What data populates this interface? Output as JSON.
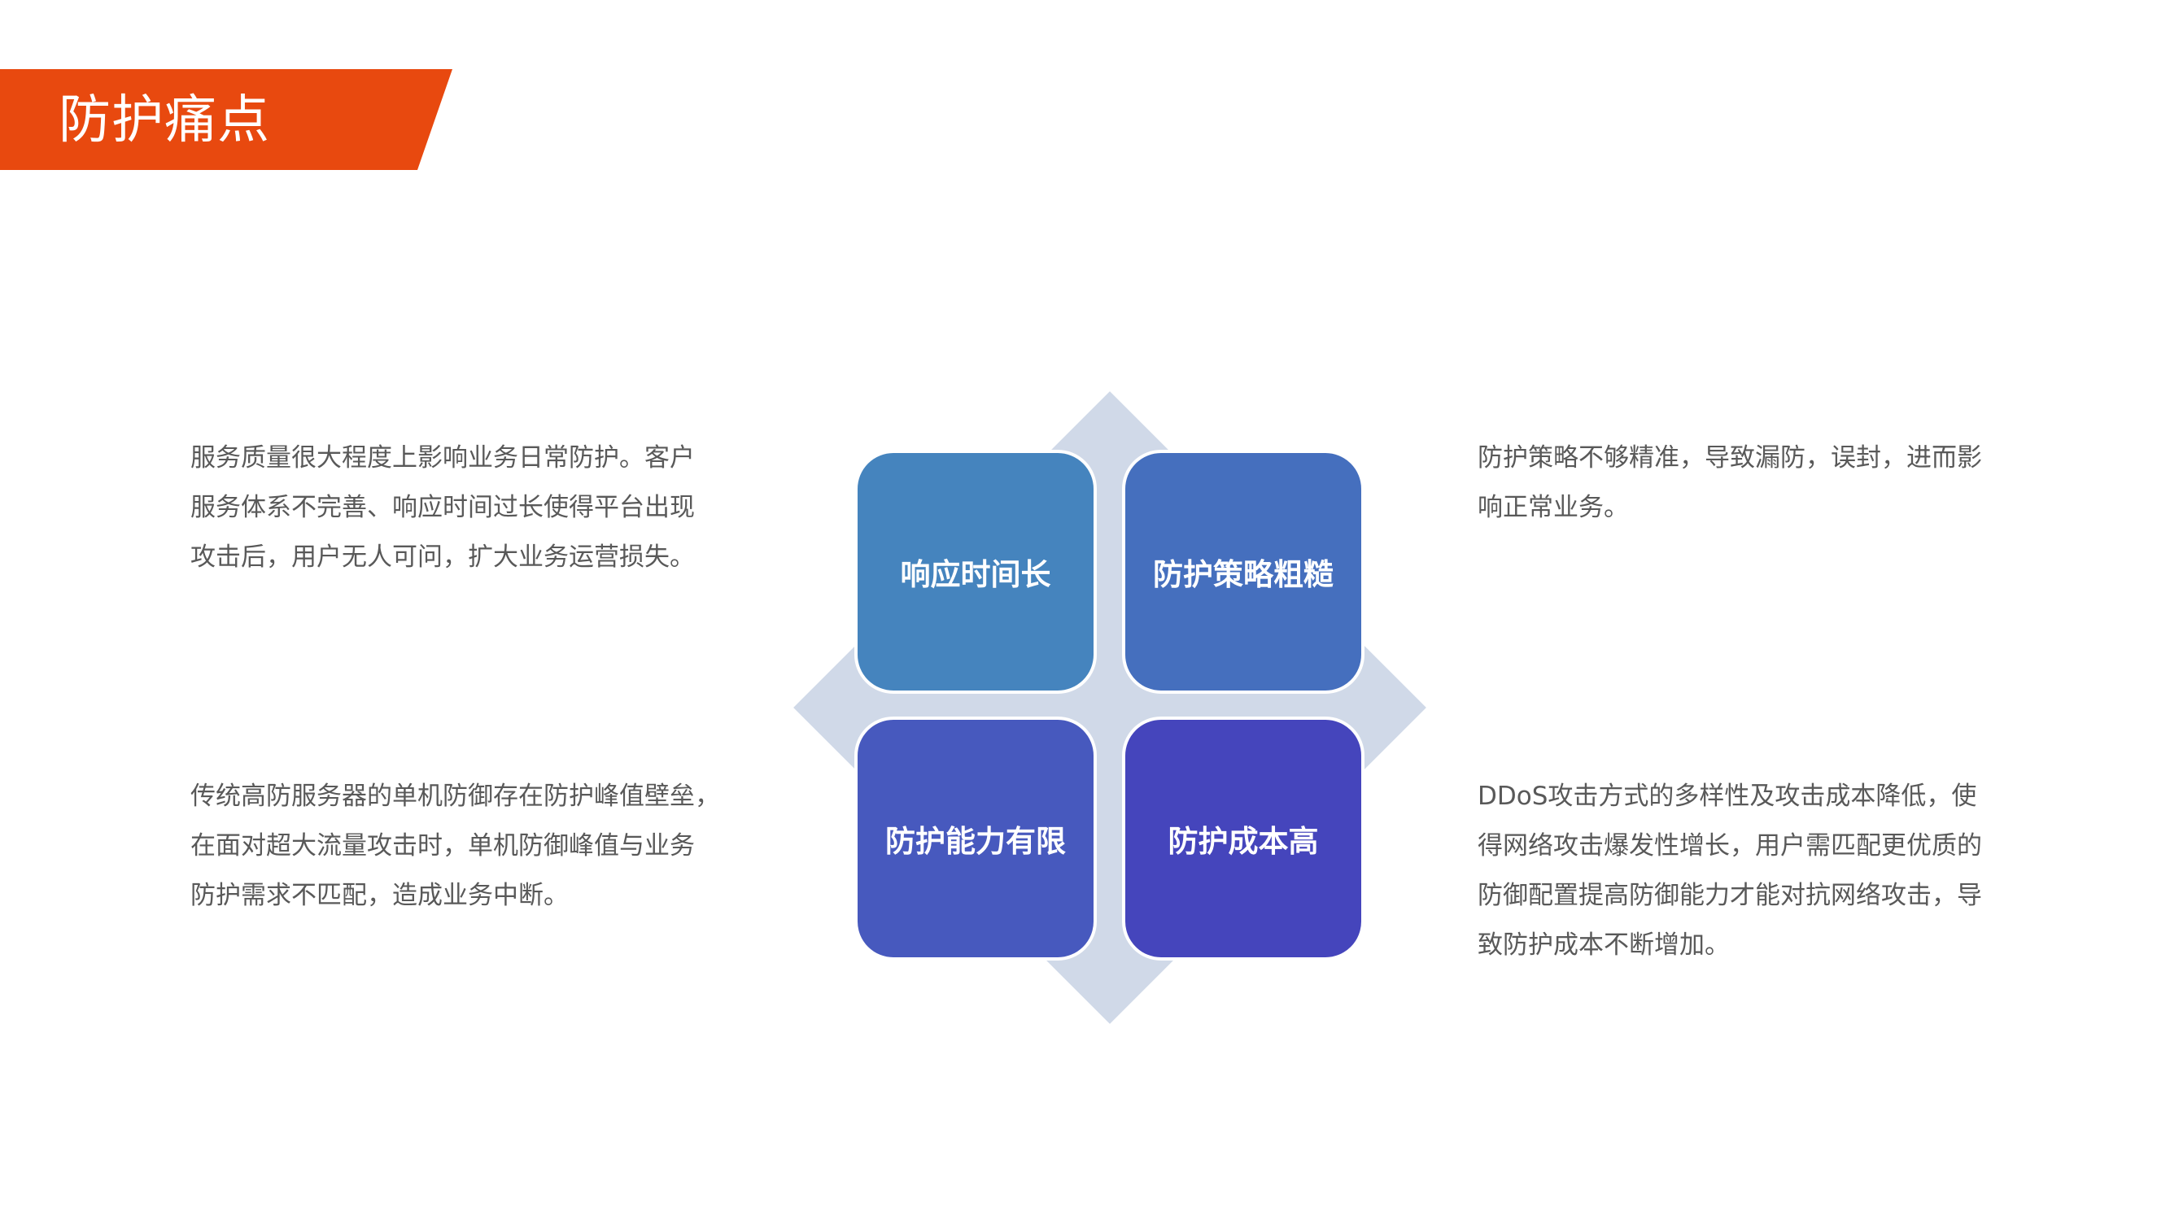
{
  "header": {
    "title": "防护痛点",
    "accent_color": "#E8490F"
  },
  "quadrants": [
    {
      "label": "响应时间长",
      "color": "#4584BE"
    },
    {
      "label": "防护策略粗糙",
      "color": "#456FBE"
    },
    {
      "label": "防护能力有限",
      "color": "#4759BE"
    },
    {
      "label": "防护成本高",
      "color": "#4545BC"
    }
  ],
  "descriptions": {
    "top_left": [
      "服务质量很大程度上影响业务日常防护。客户",
      "服务体系不完善、响应时间过长使得平台出现",
      "攻击后，用户无人可问，扩大业务运营损失。"
    ],
    "top_right": [
      "防护策略不够精准，导致漏防，误封，进而影",
      "响正常业务。"
    ],
    "bottom_left": [
      "传统高防服务器的单机防御存在防护峰值壁垒，",
      "在面对超大流量攻击时，单机防御峰值与业务",
      "防护需求不匹配，造成业务中断。"
    ],
    "bottom_right": [
      "DDoS攻击方式的多样性及攻击成本降低，使",
      "得网络攻击爆发性增长，用户需匹配更优质的",
      "防御配置提高防御能力才能对抗网络攻击，导",
      "致防护成本不断增加。"
    ]
  }
}
